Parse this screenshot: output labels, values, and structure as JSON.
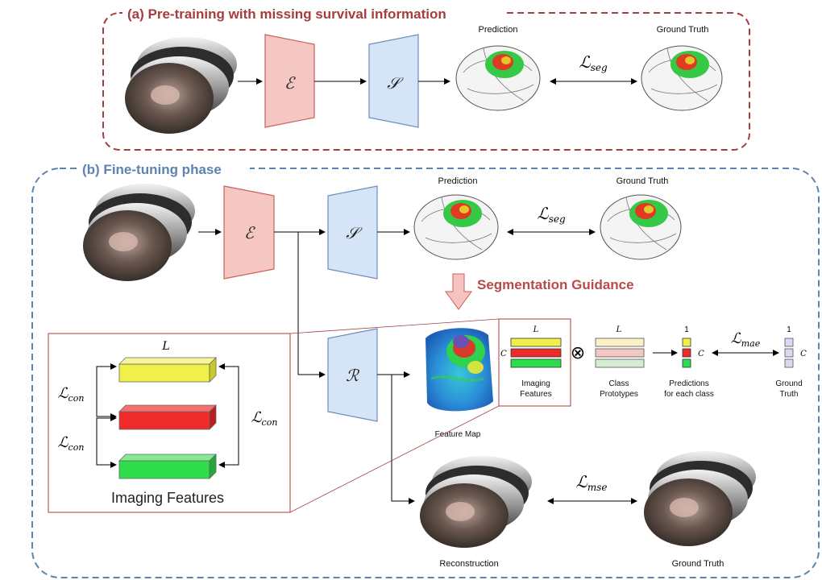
{
  "panel_a": {
    "title": "(a) Pre-training with missing survival information",
    "encoder": "ℰ",
    "segmenter": "𝒮",
    "prediction_label": "Prediction",
    "ground_truth_label": "Ground Truth",
    "loss_main": "ℒ",
    "loss_sub": "seg"
  },
  "panel_b": {
    "title": "(b) Fine-tuning phase",
    "encoder": "ℰ",
    "segmenter": "𝒮",
    "reconstructor": "ℛ",
    "prediction_label": "Prediction",
    "ground_truth_label": "Ground Truth",
    "seg_loss_main": "ℒ",
    "seg_loss_sub": "seg",
    "guidance_label": "Segmentation Guidance",
    "feature_map_label": "Feature Map",
    "imaging_features_l1": "Imaging",
    "imaging_features_l2": "Features",
    "class_prototypes_l1": "Class",
    "class_prototypes_l2": "Prototypes",
    "predictions_l1": "Predictions",
    "predictions_l2": "for each class",
    "gt_l1": "Ground",
    "gt_l2": "Truth",
    "dim_L": "L",
    "dim_C": "C",
    "dim_1": "1",
    "otimes": "⊗",
    "mae_loss_main": "ℒ",
    "mae_loss_sub": "mae",
    "reconstruction_label": "Reconstruction",
    "recon_gt_label": "Ground Truth",
    "mse_loss_main": "ℒ",
    "mse_loss_sub": "mse"
  },
  "inset": {
    "dim_L": "L",
    "con_main": "ℒ",
    "con_sub": "con",
    "caption": "Imaging Features"
  },
  "colors": {
    "panel_a_border": "#a63d3d",
    "panel_b_border": "#5b84b1",
    "encoder_fill": "#f4c7c3",
    "encoder_stroke": "#c8615b",
    "segmenter_fill": "#d6e4f7",
    "segmenter_stroke": "#6c8ebf",
    "feature_yellow": "#f0f04a",
    "feature_red": "#ee2a2a",
    "feature_green": "#2fdd4c",
    "guidance_text": "#b94a48"
  }
}
